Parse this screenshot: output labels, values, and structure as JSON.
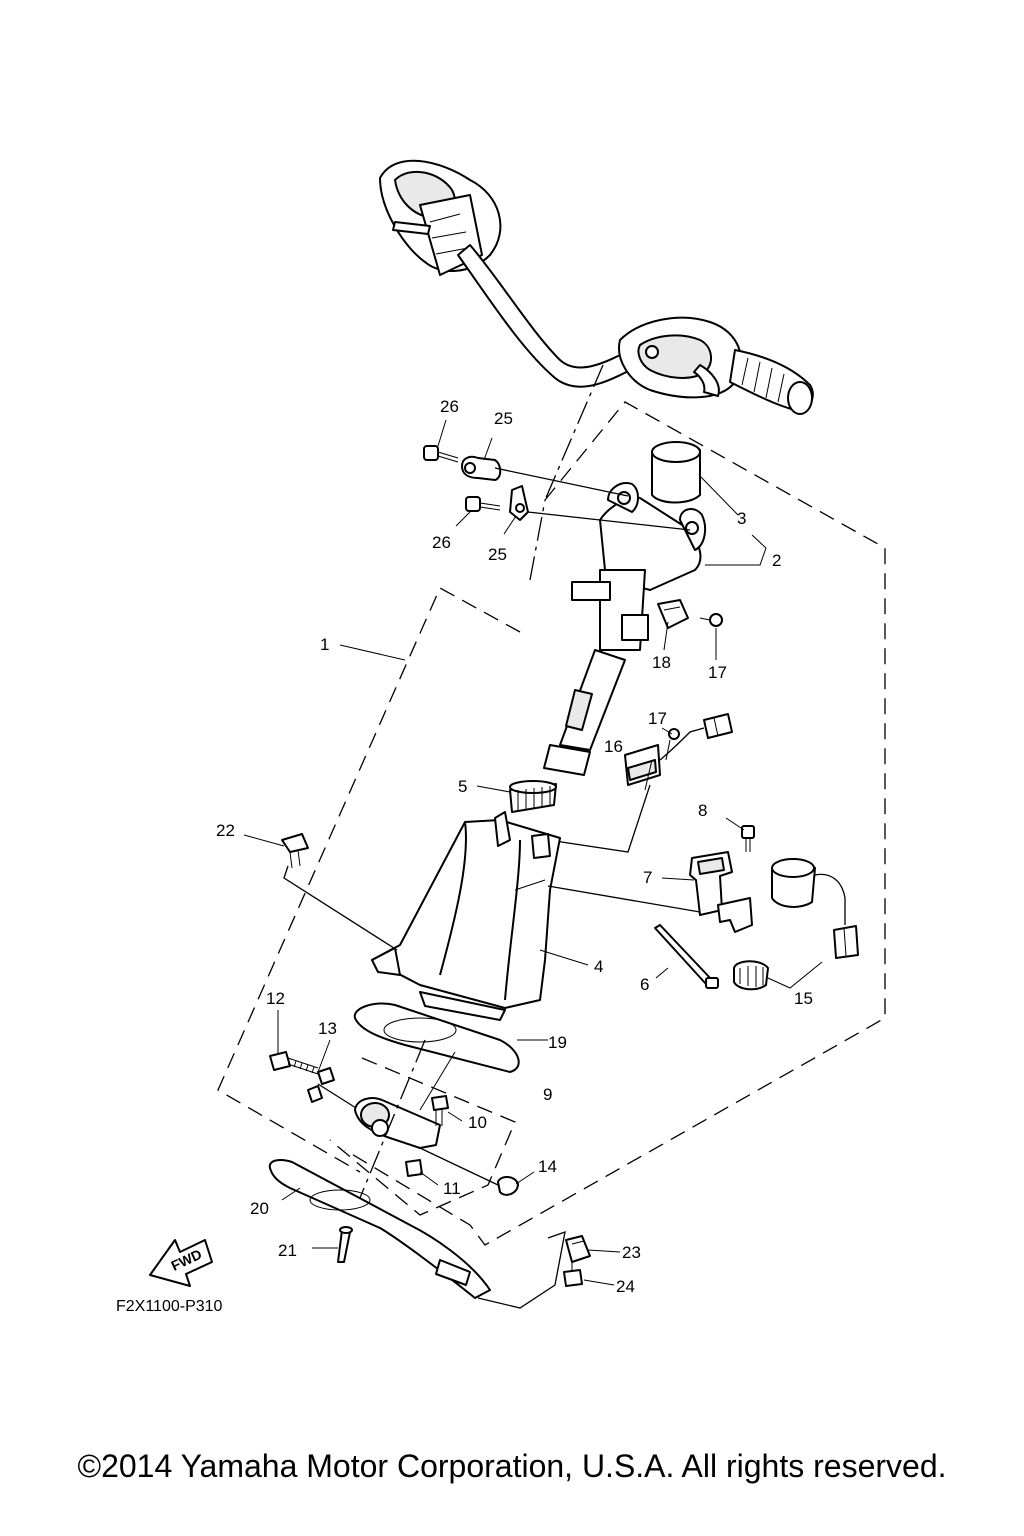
{
  "callouts": [
    {
      "id": "1",
      "text": "1"
    },
    {
      "id": "2",
      "text": "2"
    },
    {
      "id": "3",
      "text": "3"
    },
    {
      "id": "4",
      "text": "4"
    },
    {
      "id": "5",
      "text": "5"
    },
    {
      "id": "6",
      "text": "6"
    },
    {
      "id": "7",
      "text": "7"
    },
    {
      "id": "8",
      "text": "8"
    },
    {
      "id": "9",
      "text": "9"
    },
    {
      "id": "10",
      "text": "10"
    },
    {
      "id": "11",
      "text": "11"
    },
    {
      "id": "12",
      "text": "12"
    },
    {
      "id": "13",
      "text": "13"
    },
    {
      "id": "14",
      "text": "14"
    },
    {
      "id": "15",
      "text": "15"
    },
    {
      "id": "16",
      "text": "16"
    },
    {
      "id": "17a",
      "text": "17"
    },
    {
      "id": "17b",
      "text": "17"
    },
    {
      "id": "18",
      "text": "18"
    },
    {
      "id": "19",
      "text": "19"
    },
    {
      "id": "20",
      "text": "20"
    },
    {
      "id": "21",
      "text": "21"
    },
    {
      "id": "22",
      "text": "22"
    },
    {
      "id": "23",
      "text": "23"
    },
    {
      "id": "24",
      "text": "24"
    },
    {
      "id": "25a",
      "text": "25"
    },
    {
      "id": "25b",
      "text": "25"
    },
    {
      "id": "26a",
      "text": "26"
    },
    {
      "id": "26b",
      "text": "26"
    }
  ],
  "fwd_arrow_label": "FWD",
  "reference_code": "F2X1100-P310",
  "copyright": "©2014 Yamaha Motor Corporation, U.S.A. All rights reserved."
}
